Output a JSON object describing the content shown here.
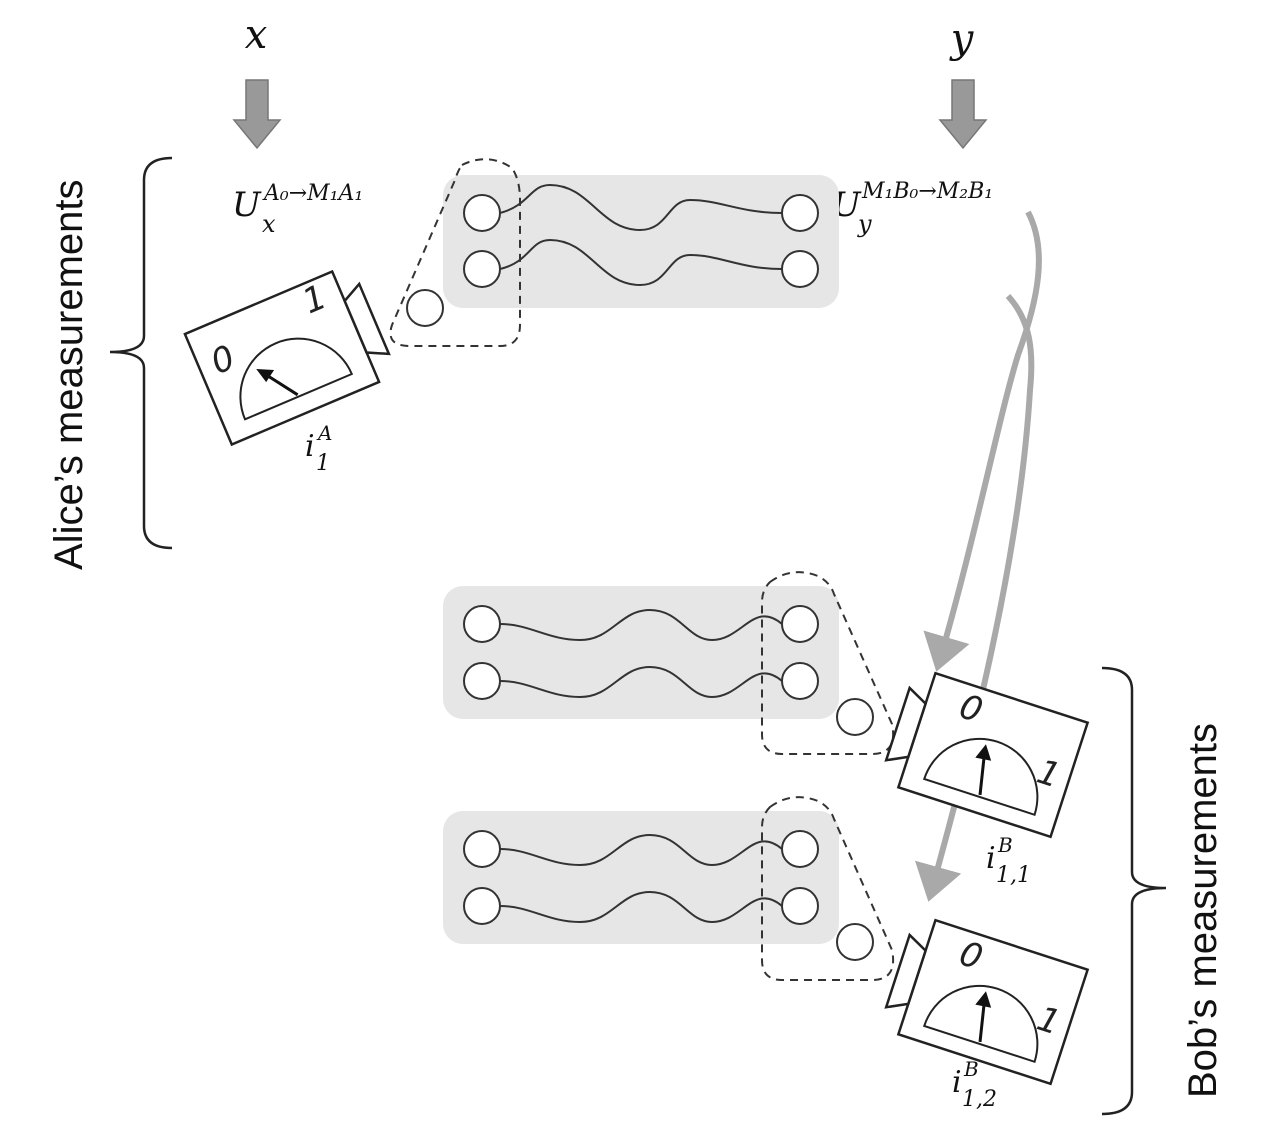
{
  "inputs": {
    "alice_input": "x",
    "bob_input": "y"
  },
  "operators": {
    "alice": {
      "base": "U",
      "sub": "x",
      "sup": "A₀→M₁A₁"
    },
    "bob": {
      "base": "U",
      "sub": "y",
      "sup": "M₁B₀→M₂B₁"
    }
  },
  "outcomes": {
    "alice": {
      "base": "i",
      "sub": "1",
      "sup": "A"
    },
    "bob_1": {
      "base": "i",
      "sub": "1,1",
      "sup": "B"
    },
    "bob_2": {
      "base": "i",
      "sub": "1,2",
      "sup": "B"
    }
  },
  "meter_digits": {
    "zero": "0",
    "one": "1"
  },
  "side_labels": {
    "alice": "Alice’s measurements",
    "bob": "Bob’s measurements"
  },
  "colors": {
    "arrow_gray": "#a9a9a9",
    "panel_gray": "#e6e6e6",
    "stroke": "#333333"
  }
}
